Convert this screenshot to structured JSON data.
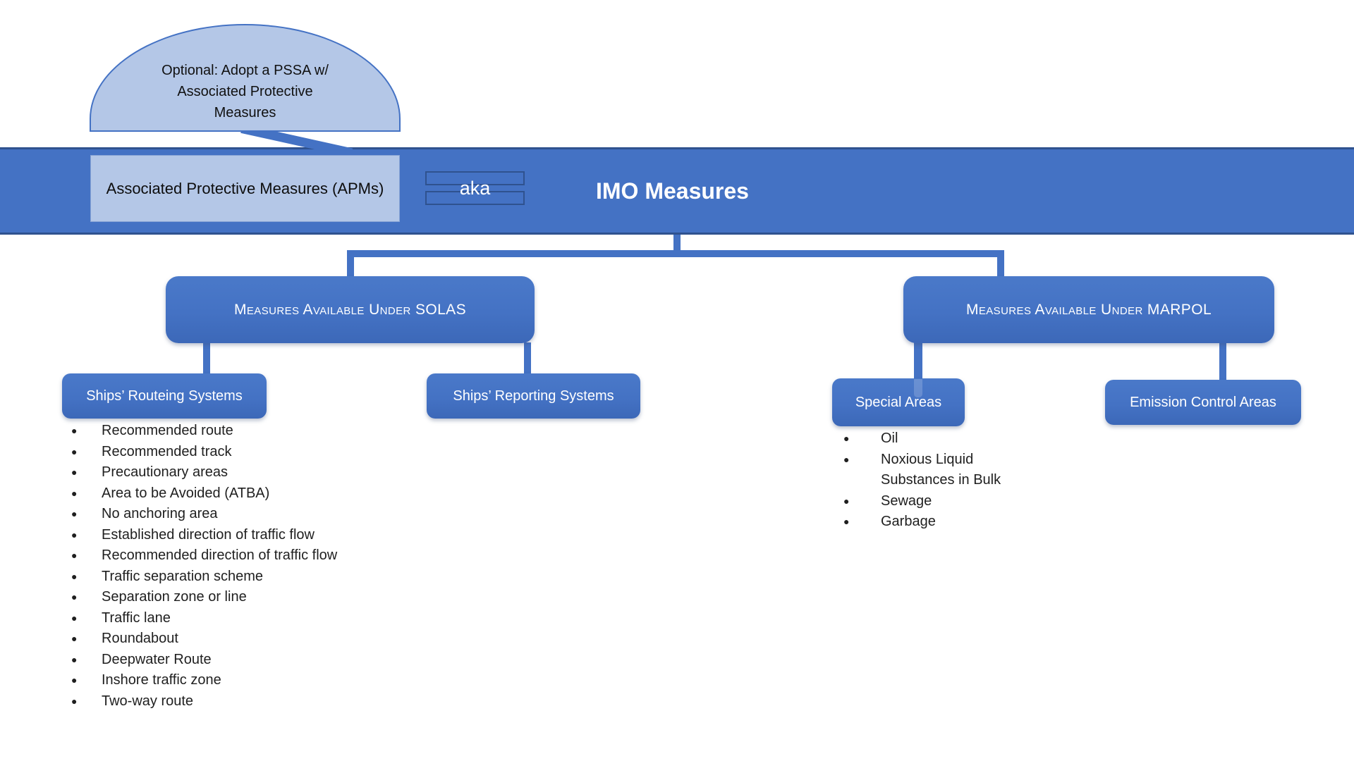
{
  "colors": {
    "primary_blue": "#4472C4",
    "light_blue": "#B4C7E7",
    "dark_border_blue": "#2F528F",
    "text_dark": "#1F1F1F",
    "text_white": "#FFFFFF"
  },
  "callout": {
    "lines": [
      "Optional: Adopt a PSSA w/",
      "Associated Protective",
      "Measures"
    ]
  },
  "banner": {
    "apm_box_label": "Associated Protective Measures (APMs)",
    "aka_label": "aka",
    "title": "IMO Measures"
  },
  "tree": {
    "solas": {
      "label": "Measures Available Under SOLAS",
      "children": {
        "routeing": {
          "label": "Ships’ Routeing Systems",
          "items": [
            "Recommended route",
            "Recommended track",
            "Precautionary areas",
            "Area to be Avoided (ATBA)",
            "No anchoring area",
            "Established direction of traffic flow",
            "Recommended direction of traffic flow",
            "Traffic separation scheme",
            "Separation zone or line",
            "Traffic lane",
            "Roundabout",
            "Deepwater Route",
            "Inshore traffic zone",
            "Two-way route"
          ]
        },
        "reporting": {
          "label": "Ships’ Reporting Systems",
          "items": []
        }
      }
    },
    "marpol": {
      "label": "Measures Available Under MARPOL",
      "children": {
        "special_areas": {
          "label": "Special Areas",
          "items": [
            "Oil",
            "Noxious Liquid Substances in Bulk",
            "Sewage",
            "Garbage"
          ]
        },
        "eca": {
          "label": "Emission Control Areas",
          "items": []
        }
      }
    }
  }
}
